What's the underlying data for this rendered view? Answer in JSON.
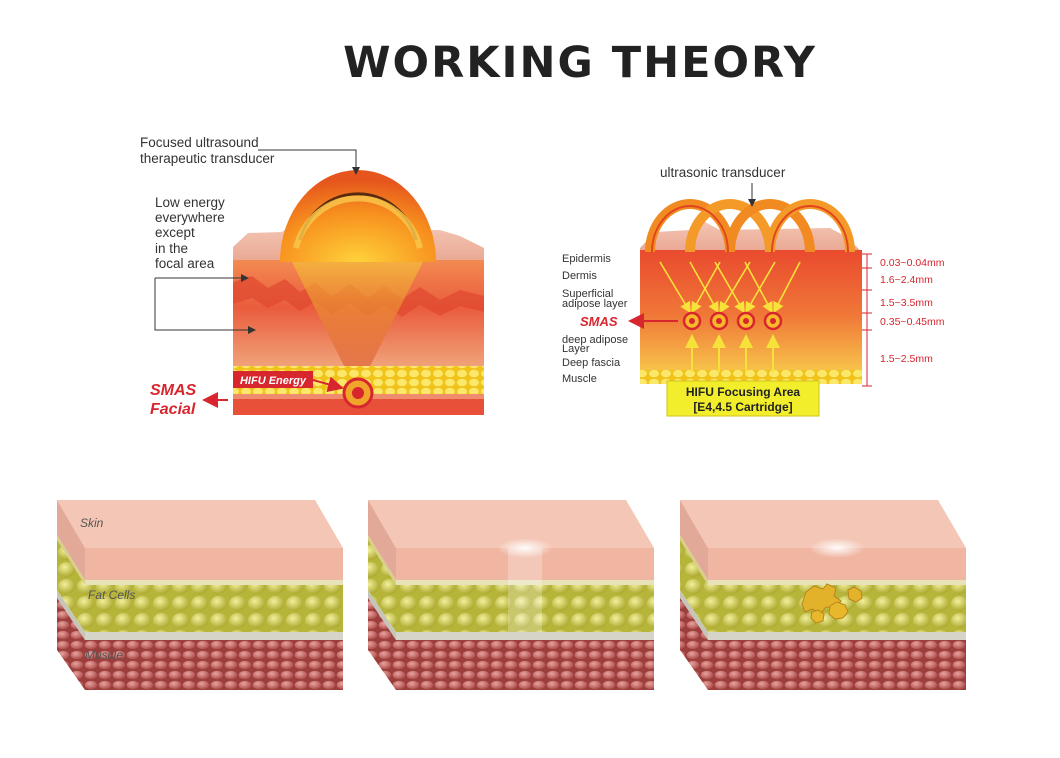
{
  "title": "WORKING THEORY",
  "left_diagram": {
    "transducer_label_1": "Focused ultrasound",
    "transducer_label_2": "therapeutic transducer",
    "low_energy_1": "Low energy",
    "low_energy_2": "everywhere",
    "low_energy_3": "except",
    "low_energy_4": "in the",
    "low_energy_5": "focal area",
    "hifu_energy": "HIFU Energy",
    "smas_1": "SMAS",
    "smas_2": "Facial"
  },
  "right_diagram": {
    "transducer_label": "ultrasonic transducer",
    "layers": [
      "Epidermis",
      "Dermis",
      "Superficial",
      "adipose layer",
      "SMAS",
      "deep adipose",
      "Layer",
      "Deep fascia",
      "Muscle"
    ],
    "depths": [
      "0.03~0.04mm",
      "1.6~2.4mm",
      "1.5~3.5mm",
      "0.35~0.45mm",
      "1.5~2.5mm"
    ],
    "focus_1": "HIFU Focusing Area",
    "focus_2": "[E4,4.5 Cartridge]"
  },
  "tissue_blocks": {
    "skin": "Skin",
    "fat": "Fat Cells",
    "muscle": "Muscle"
  },
  "colors": {
    "smas_red": "#d8262e",
    "focus_yellow": "#f2ee2c",
    "skin_pink": "#f2b7a4",
    "fat_olive": "#c9c84a",
    "muscle_red": "#b9534f"
  }
}
